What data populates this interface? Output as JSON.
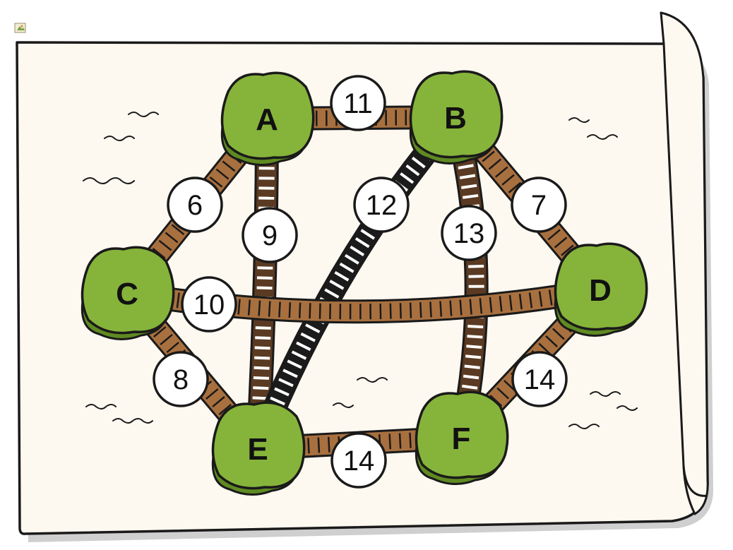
{
  "graph": {
    "nodes": [
      {
        "id": "A",
        "label": "A"
      },
      {
        "id": "B",
        "label": "B"
      },
      {
        "id": "C",
        "label": "C"
      },
      {
        "id": "D",
        "label": "D"
      },
      {
        "id": "E",
        "label": "E"
      },
      {
        "id": "F",
        "label": "F"
      }
    ],
    "edges": [
      {
        "from": "A",
        "to": "B",
        "weight": "11"
      },
      {
        "from": "A",
        "to": "C",
        "weight": "6"
      },
      {
        "from": "A",
        "to": "E",
        "weight": "9"
      },
      {
        "from": "B",
        "to": "E",
        "weight": "12"
      },
      {
        "from": "B",
        "to": "F",
        "weight": "13"
      },
      {
        "from": "B",
        "to": "D",
        "weight": "7"
      },
      {
        "from": "C",
        "to": "D",
        "weight": "10"
      },
      {
        "from": "C",
        "to": "E",
        "weight": "8"
      },
      {
        "from": "D",
        "to": "F",
        "weight": "14"
      },
      {
        "from": "E",
        "to": "F",
        "weight": "14"
      }
    ]
  },
  "colors": {
    "paper": "#fdf8f0",
    "paper_shadow": "#c9c9c9",
    "outline": "#1a1a1a",
    "tree_green": "#86b43a",
    "tree_dark": "#5f8a22",
    "bridge_brown": "#a8703f",
    "bridge_dark_brown": "#5a3a22",
    "bridge_black": "#1b1b1b",
    "plank_white": "#ffffff",
    "weight_circle": "#ffffff"
  }
}
